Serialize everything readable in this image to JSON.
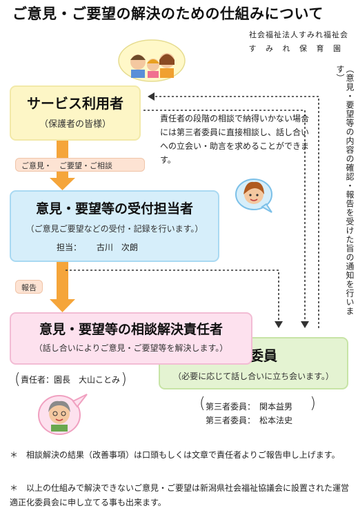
{
  "title": "ご意見・ご要望の解決のための仕組みについて",
  "organization": {
    "line1": "社会福祉法人すみれ福祉会",
    "line2": "す み れ 保 育 園"
  },
  "boxes": {
    "user": {
      "main": "サービス利用者",
      "sub": "（保護者の皆様）"
    },
    "reception": {
      "main": "意見・要望等の受付担当者",
      "sub": "（ご意見ご要望などの受付・記録を行います。）",
      "person_label": "担当：",
      "person_name": "古川　次朗"
    },
    "resolver": {
      "main": "意見・要望等の相談解決責任者",
      "sub": "（話し合いによりご意見・ご要望等を解決します。）",
      "person": "責任者：園長　大山ことみ"
    },
    "third_party": {
      "main": "第三者委員",
      "sub": "（必要に応じて話し合いに立ち会います。）",
      "members": [
        "第三者委員：　関本益男",
        "第三者委員：　松本法史"
      ]
    }
  },
  "arrow_labels": {
    "opinions": "ご意見・　ご要望・ご相談",
    "report": "報告"
  },
  "explanation": "責任者の段階の相談で納得いかない場合には第三者委員に直接相談し、話し合いへの立会い・助言を求めることができます。",
  "vertical_note": "（意見・要望等の内容の確認・報告を受けた旨の通知を行います）",
  "footnotes": [
    "相談解決の結果（改善事項）は口頭もしくは文章で責任者よりご報告申し上げます。",
    "以上の仕組みで解決できないご意見・ご要望は新潟県社会福祉協議会に設置された運営適正化委員会に申し立てる事も出来ます。"
  ],
  "footnote_mark": "＊",
  "colors": {
    "user_box": "#fdf6c6",
    "reception_box": "#d6eefa",
    "resolver_box": "#fde1ee",
    "third_party_box": "#e4f3d2",
    "arrow": "#f5a53a",
    "label_pill": "#fde3d3"
  },
  "icons": [
    "family-icon",
    "staff-woman-icon",
    "elderly-woman-icon"
  ]
}
